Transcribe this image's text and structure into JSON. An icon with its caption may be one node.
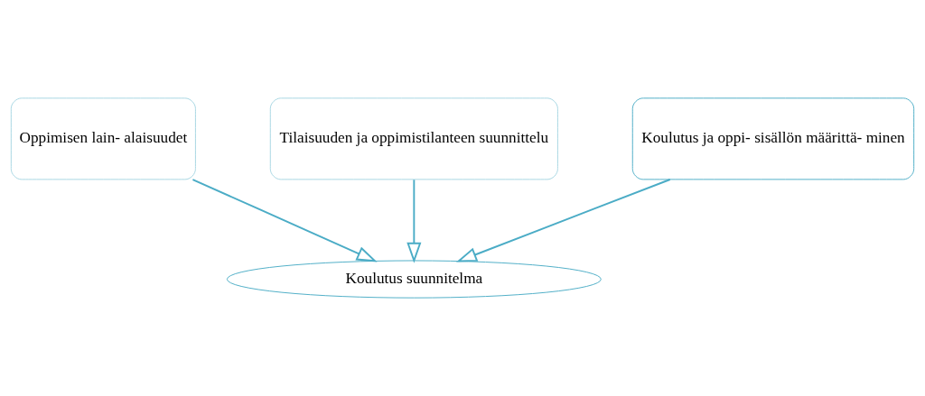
{
  "diagram": {
    "nodes": [
      {
        "text": [
          "Oppimisen lain- alaisuudet"
        ]
      },
      {
        "text": [
          "Tilaisuuden ja oppimistilanteen suunnittelu"
        ]
      },
      {
        "text": [
          "Koulutus ja oppi- sisällön määrittä- minen"
        ]
      },
      {
        "text": [
          "Koulutus suunnitelma"
        ]
      }
    ],
    "edges": [
      {
        "from": 0,
        "to": 3,
        "arrow": "to"
      },
      {
        "from": 1,
        "to": 3,
        "arrow": "to"
      },
      {
        "from": 2,
        "to": 3,
        "arrow": "to"
      }
    ]
  }
}
